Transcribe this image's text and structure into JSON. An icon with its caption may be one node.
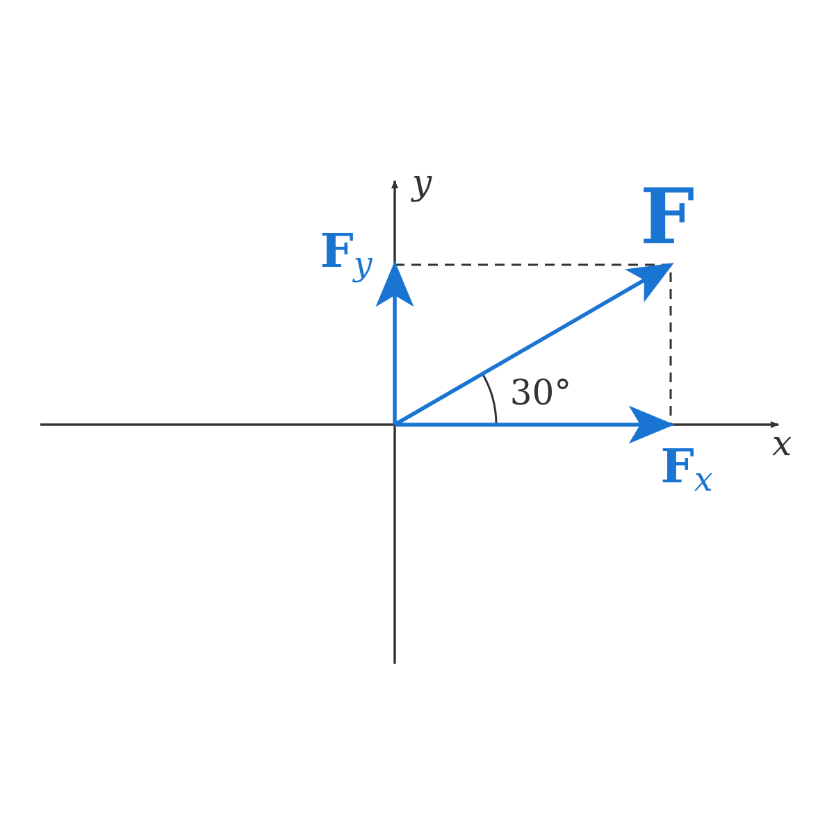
{
  "diagram": {
    "labels": [
      "y",
      "**F**$_{y}$",
      "F",
      "30°",
      "x",
      "**F**$_{x}$"
    ]
  }
}
